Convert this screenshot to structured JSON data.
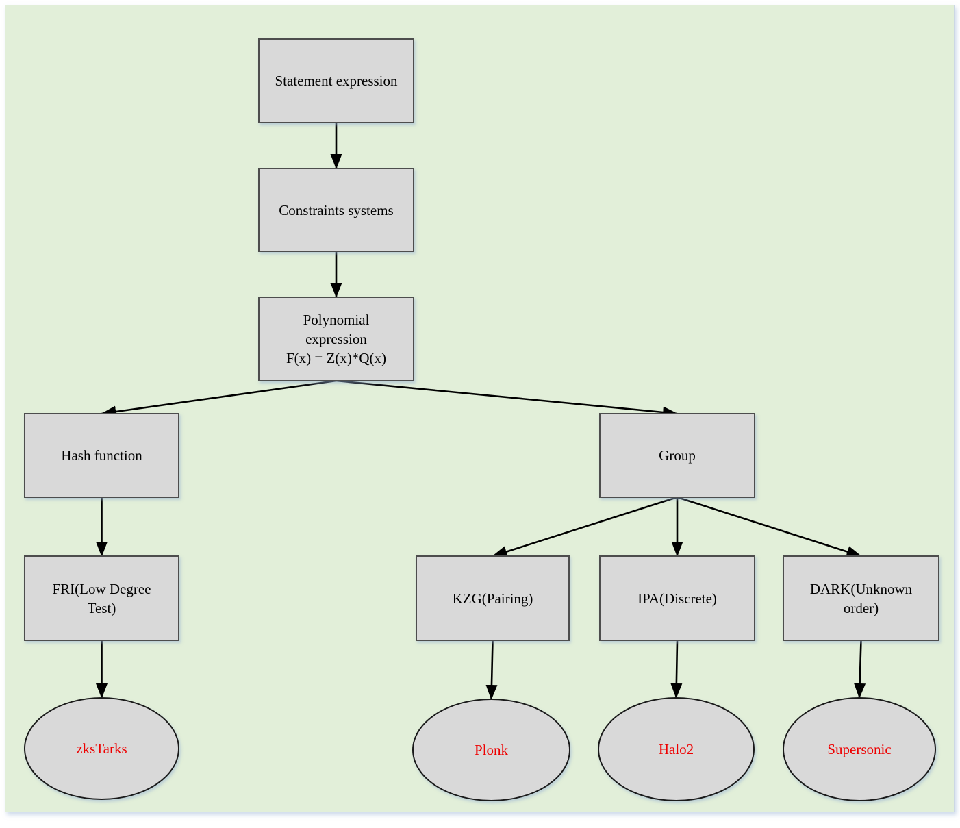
{
  "diagram": {
    "background_color": "#e2efd9",
    "node_fill_color": "#d9d9d9",
    "node_border_color": "#4d4d4d",
    "arrow_color": "#000000",
    "accent_text_color": "#ee0000",
    "nodes": [
      {
        "id": "statement",
        "label": "Statement expression",
        "shape": "rect",
        "text_color": "black"
      },
      {
        "id": "constraints",
        "label": "Constraints systems",
        "shape": "rect",
        "text_color": "black"
      },
      {
        "id": "polynomial",
        "label": "Polynomial\nexpression\nF(x) = Z(x)*Q(x)",
        "shape": "rect",
        "text_color": "black"
      },
      {
        "id": "hash",
        "label": "Hash function",
        "shape": "rect",
        "text_color": "black"
      },
      {
        "id": "group",
        "label": "Group",
        "shape": "rect",
        "text_color": "black"
      },
      {
        "id": "fri",
        "label": "FRI(Low Degree\nTest)",
        "shape": "rect",
        "text_color": "black"
      },
      {
        "id": "kzg",
        "label": "KZG(Pairing)",
        "shape": "rect",
        "text_color": "black"
      },
      {
        "id": "ipa",
        "label": "IPA(Discrete)",
        "shape": "rect",
        "text_color": "black"
      },
      {
        "id": "dark",
        "label": "DARK(Unknown\norder)",
        "shape": "rect",
        "text_color": "black"
      },
      {
        "id": "zkstarks",
        "label": "zksTarks",
        "shape": "ellipse",
        "text_color": "red"
      },
      {
        "id": "plonk",
        "label": "Plonk",
        "shape": "ellipse",
        "text_color": "red"
      },
      {
        "id": "halo2",
        "label": "Halo2",
        "shape": "ellipse",
        "text_color": "red"
      },
      {
        "id": "supersonic",
        "label": "Supersonic",
        "shape": "ellipse",
        "text_color": "red"
      }
    ],
    "edges": [
      {
        "from": "statement",
        "to": "constraints"
      },
      {
        "from": "constraints",
        "to": "polynomial"
      },
      {
        "from": "polynomial",
        "to": "hash"
      },
      {
        "from": "polynomial",
        "to": "group"
      },
      {
        "from": "hash",
        "to": "fri"
      },
      {
        "from": "fri",
        "to": "zkstarks"
      },
      {
        "from": "group",
        "to": "kzg"
      },
      {
        "from": "group",
        "to": "ipa"
      },
      {
        "from": "group",
        "to": "dark"
      },
      {
        "from": "kzg",
        "to": "plonk"
      },
      {
        "from": "ipa",
        "to": "halo2"
      },
      {
        "from": "dark",
        "to": "supersonic"
      }
    ]
  }
}
